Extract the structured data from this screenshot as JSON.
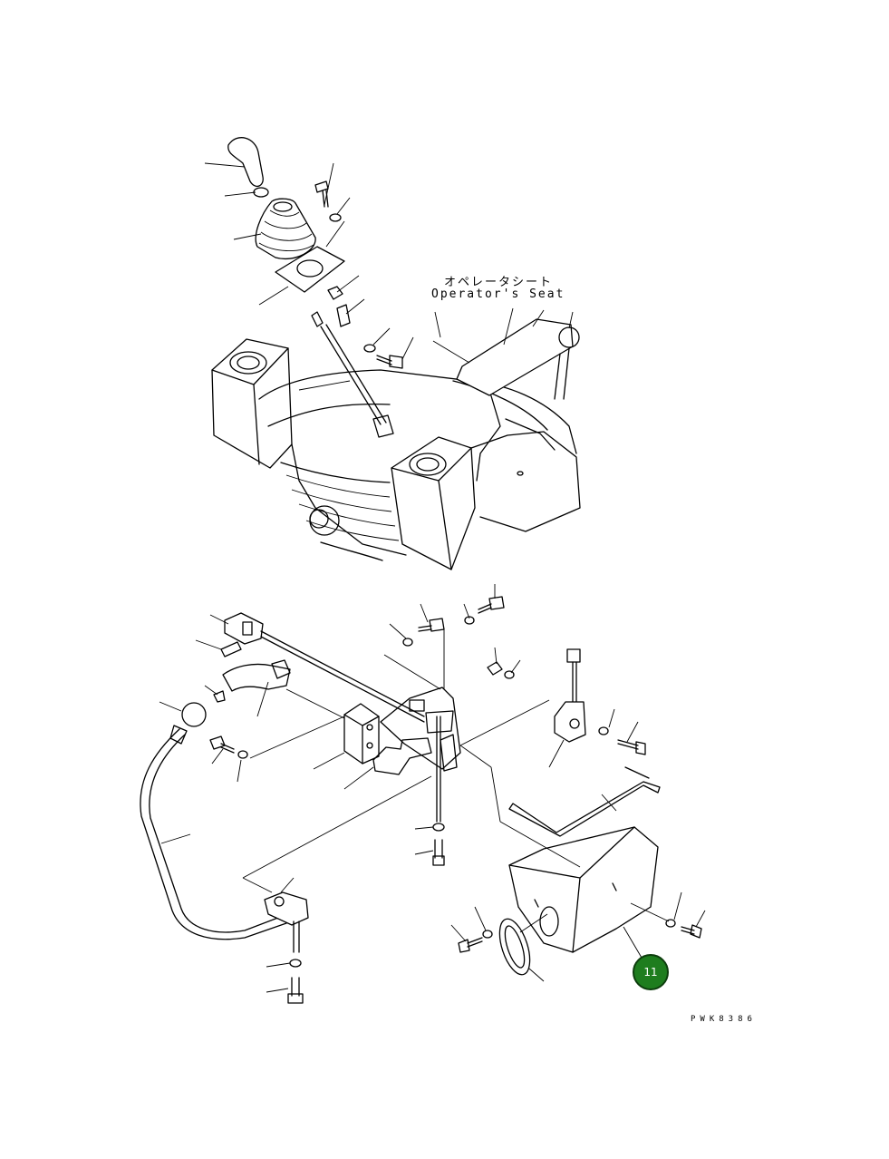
{
  "labels": {
    "seat_jp": "オペレータシート",
    "seat_en": "Operator's Seat",
    "drawing_number": "PWK8386"
  },
  "callout": {
    "number": "11",
    "fill_color": "#1e7d1e"
  }
}
